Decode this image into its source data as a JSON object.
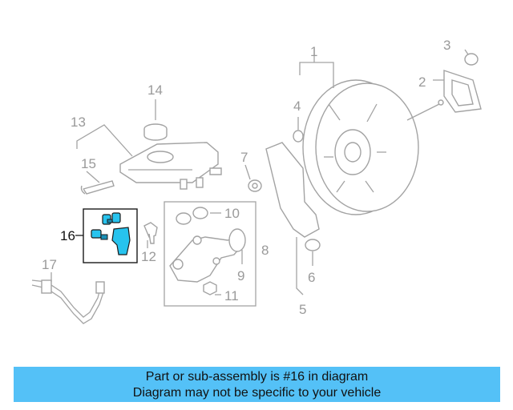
{
  "callouts": {
    "c1": "1",
    "c2": "2",
    "c3": "3",
    "c4": "4",
    "c5": "5",
    "c6": "6",
    "c7": "7",
    "c8": "8",
    "c9": "9",
    "c10": "10",
    "c11": "11",
    "c12": "12",
    "c13": "13",
    "c14": "14",
    "c15": "15",
    "c16": "16",
    "c17": "17"
  },
  "highlighted_part": "16",
  "caption": {
    "line1": "Part or sub-assembly is #16 in diagram",
    "line2": "Diagram may not be specific to your vehicle"
  },
  "colors": {
    "highlight": "#27c3ee",
    "caption_bg": "#54c1f7",
    "line_art": "#a3a3a3"
  }
}
